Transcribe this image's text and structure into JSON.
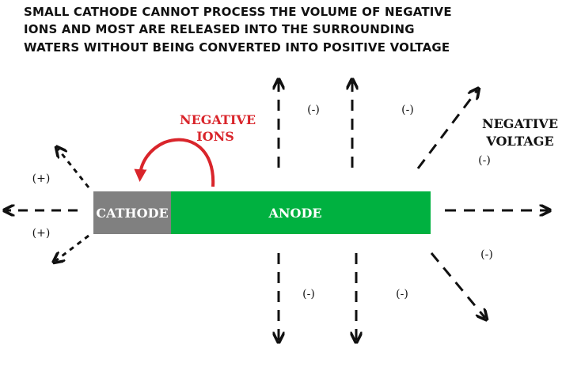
{
  "title": {
    "lines": [
      "SMALL CATHODE CANNOT PROCESS THE VOLUME OF NEGATIVE",
      "IONS AND MOST ARE RELEASED INTO THE SURROUNDING",
      "WATERS WITHOUT BEING CONVERTED INTO POSITIVE VOLTAGE"
    ]
  },
  "cathode": {
    "label": "CATHODE",
    "color": "#808080"
  },
  "anode": {
    "label": "ANODE",
    "color": "#00b140"
  },
  "negative_ions": {
    "line1": "NEGATIVE",
    "line2": "IONS",
    "color": "#d9252b"
  },
  "negative_voltage": {
    "line1": "NEGATIVE",
    "line2": "VOLTAGE",
    "sign": "(-)"
  },
  "signs": {
    "plus_top": "(+)",
    "plus_bottom": "(+)",
    "minus_top_1": "(-)",
    "minus_top_2": "(-)",
    "minus_bottom_1": "(-)",
    "minus_bottom_2": "(-)",
    "minus_lower_right": "(-)"
  }
}
